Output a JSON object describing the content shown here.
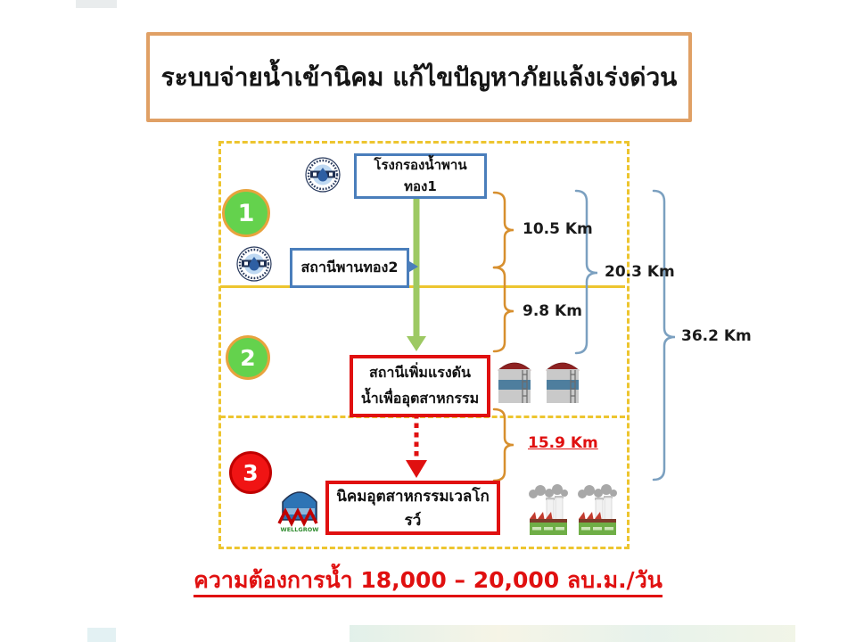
{
  "slide": {
    "title": "ระบบจ่ายน้ำเข้านิคม แก้ไขปัญหาภัยแล้งเร่งด่วน",
    "footer": "ความต้องการน้ำ 18,000 – 20,000 ลบ.ม./วัน"
  },
  "diagram": {
    "steps": [
      {
        "number": "1"
      },
      {
        "number": "2"
      },
      {
        "number": "3"
      }
    ],
    "nodes": {
      "plant_line1": "โรงกรองน้ำพาน",
      "plant_line2": "ทอง1",
      "station": "สถานีพานทอง2",
      "pump_line1": "สถานีเพิ่มแรงดัน",
      "pump_line2": "น้ำเพื่ออุตสาหกรรม",
      "estate": "นิคมอุตสาหกรรมเวลโกรว์"
    },
    "distances": {
      "seg1": "10.5 Km",
      "seg2": "9.8 Km",
      "sum12": "20.3 Km",
      "total": "36.2 Km",
      "seg3": "15.9 Km"
    },
    "logos": {
      "wellgrow": "WELLGROW"
    },
    "colors": {
      "title_border_orange": "#E0A065",
      "boundary_gold": "#EDC52F",
      "box_blue": "#4A7EBB",
      "box_red": "#E01010",
      "step_green": "#64D24D",
      "step_red": "#F01414",
      "arrow_green": "#9DC963",
      "brace_orange": "#D78F2E",
      "brace_blue": "#7BA0C0",
      "distance_red": "#E01010"
    }
  }
}
